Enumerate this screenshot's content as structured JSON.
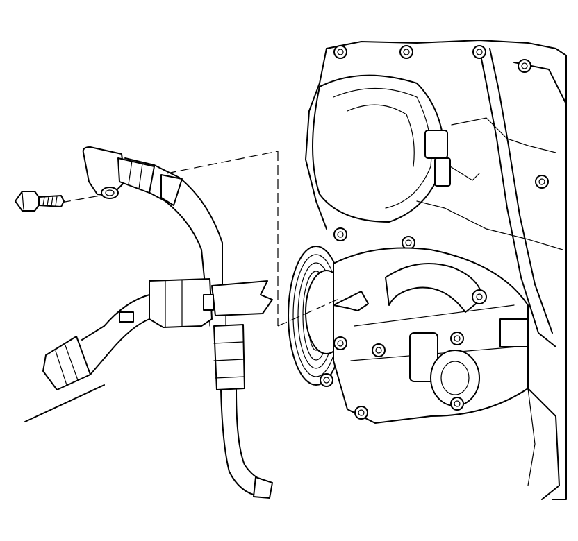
{
  "diagram": {
    "style": "black line-art service illustration",
    "colors": {
      "line": "#000000",
      "background": "#ffffff"
    },
    "parts": [
      {
        "id": "bolt",
        "icon": "hex-bolt-icon"
      },
      {
        "id": "ac-hose-assembly",
        "icon": "refrigerant-hose-icon"
      },
      {
        "id": "lower-hose-connector",
        "icon": "hose-connector-icon"
      },
      {
        "id": "ac-compressor",
        "icon": "compressor-icon"
      },
      {
        "id": "compressor-pulley",
        "icon": "pulley-icon"
      },
      {
        "id": "engine-block",
        "icon": "engine-icon"
      }
    ]
  }
}
